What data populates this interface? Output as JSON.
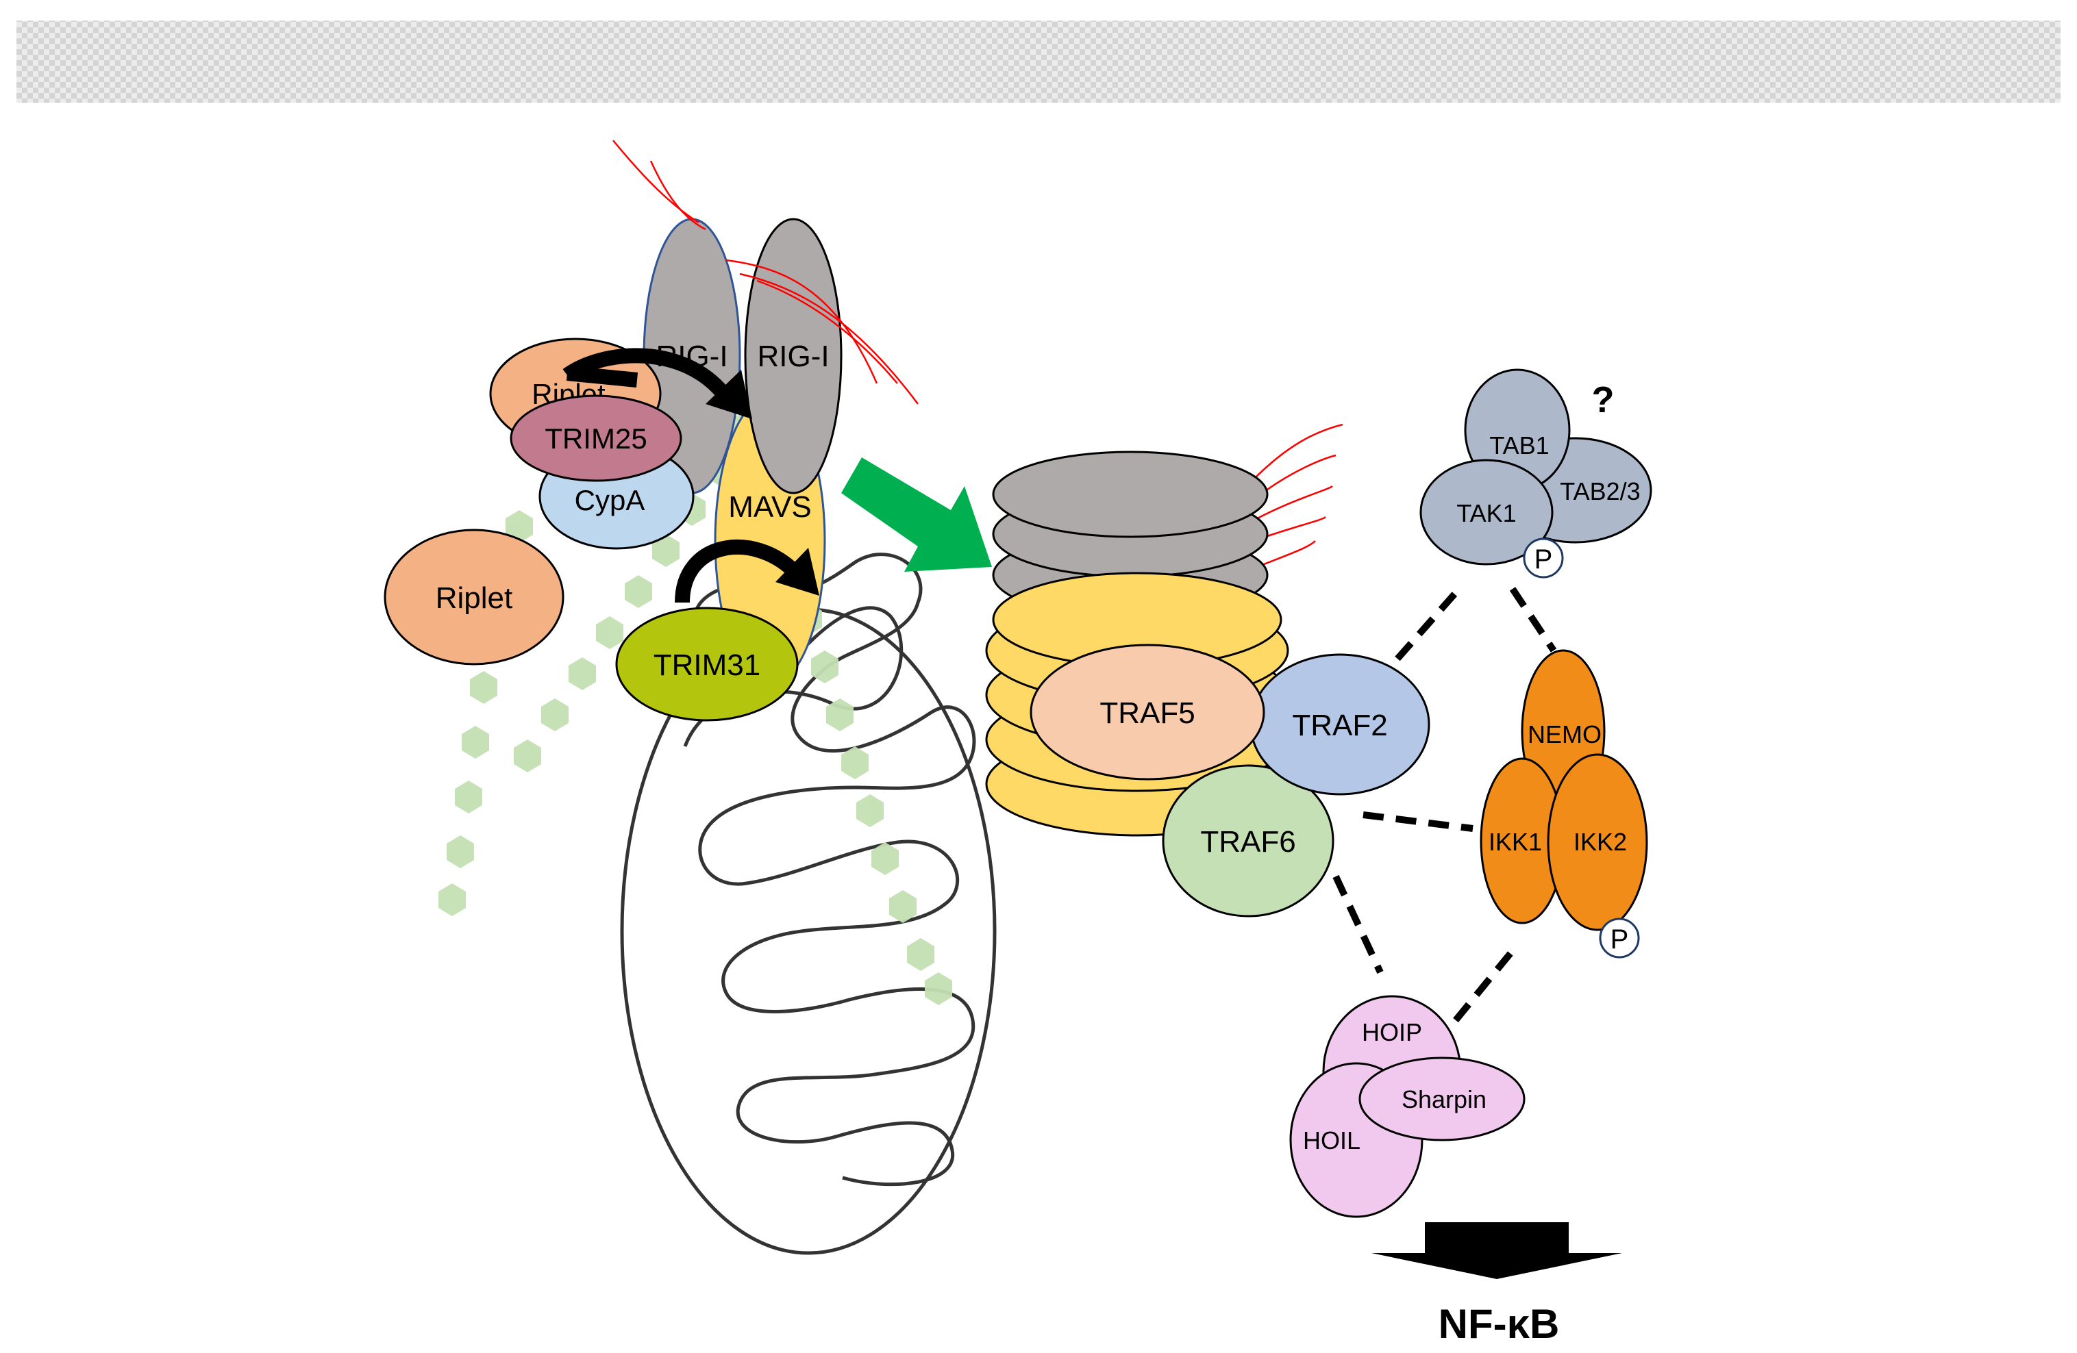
{
  "labels": {
    "rig_i_1": "RIG-I",
    "rig_i_2": "RIG-I",
    "riplet_top": "Riplet",
    "trim25": "TRIM25",
    "cypa": "CypA",
    "mavs": "MAVS",
    "riplet_left": "Riplet",
    "trim31": "TRIM31",
    "traf5": "TRAF5",
    "traf2": "TRAF2",
    "traf6": "TRAF6",
    "tab1": "TAB1",
    "tak1": "TAK1",
    "tab23": "TAB2/3",
    "question": "?",
    "p_tak1": "P",
    "nemo": "NEMO",
    "ikk1": "IKK1",
    "ikk2": "IKK2",
    "p_ikk": "P",
    "hoip": "HOIP",
    "hoil": "HOIL",
    "sharpin": "Sharpin",
    "nfkb": "NF-κB"
  },
  "colors": {
    "grey": "#aeaaaa",
    "mavs_yellow": "#ffd966",
    "riplet": "#f4b183",
    "trim25": "#c27a8e",
    "cypa": "#bdd7ee",
    "trim31": "#b4c50e",
    "traf5": "#f8cbad",
    "traf2": "#b4c7e7",
    "traf6": "#c5e0b4",
    "tak": "#adb9ca",
    "ikk": "#f28c18",
    "lubac": "#f2c9ee",
    "ubiquitin": "#c5e0b4",
    "arrow_green": "#00b050",
    "rna_red": "#ff0000"
  }
}
